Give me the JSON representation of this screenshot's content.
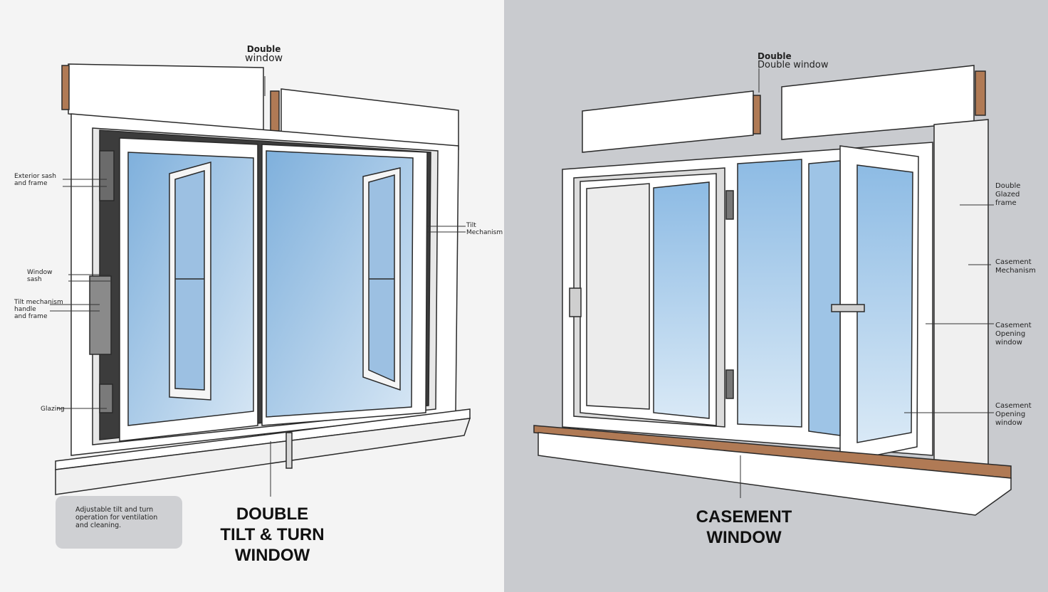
{
  "left": {
    "top_label": [
      "Double",
      "window"
    ],
    "labels": [
      {
        "lines": [
          "Exterior sash",
          "and frame"
        ]
      },
      {
        "lines": [
          "Tilt",
          "Mechanism"
        ]
      },
      {
        "lines": [
          "Window",
          "sash"
        ]
      },
      {
        "lines": [
          "Tilt mechanism",
          "handle",
          "and frame"
        ]
      },
      {
        "lines": [
          "Glazing"
        ]
      }
    ],
    "title": [
      "DOUBLE",
      "TILT & TURN",
      "WINDOW"
    ],
    "note": [
      "Adjustable tilt and turn",
      "operation for ventilation",
      "and cleaning."
    ]
  },
  "right": {
    "top_label": [
      "Double",
      "Double window"
    ],
    "labels": [
      {
        "lines": [
          "Double",
          "Glazed",
          "frame"
        ]
      },
      {
        "lines": [
          "Casement",
          "Mechanism"
        ]
      },
      {
        "lines": [
          "Casement",
          "Opening",
          "window"
        ]
      },
      {
        "lines": [
          "Casement",
          "Opening",
          "window"
        ]
      }
    ],
    "title": [
      "CASEMENT",
      "WINDOW"
    ]
  },
  "colors": {
    "glass_left": "#a9c8e6",
    "glass_right": "#9fc6e8",
    "wood": "#b07a55",
    "frame": "#ffffff",
    "outline": "#2a2a2a"
  }
}
